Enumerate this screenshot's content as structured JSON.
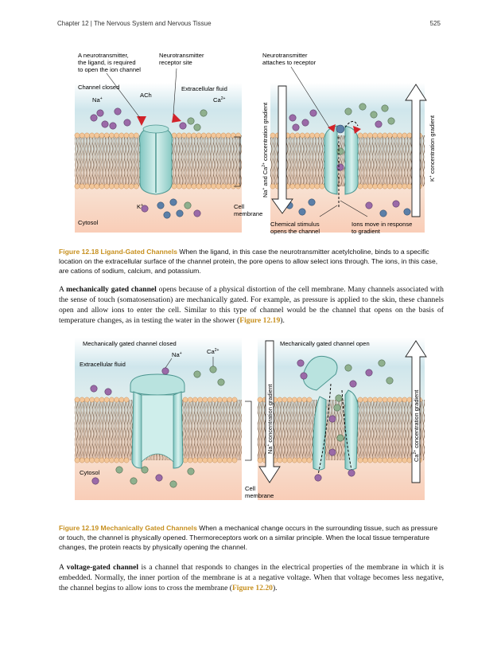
{
  "header": {
    "chapter": "Chapter 12 | The Nervous System and Nervous Tissue",
    "page_number": "525"
  },
  "figure_1218": {
    "labels": {
      "nt_required": [
        "A neurotransmitter,",
        "the ligand, is required",
        "to open the ion channel"
      ],
      "receptor_site": [
        "Neurotransmitter",
        "receptor site"
      ],
      "attaches": [
        "Neurotransmitter",
        "attaches to receptor"
      ],
      "channel_closed": "Channel closed",
      "na": "Na",
      "ach": "ACh",
      "extracellular": "Extracellular fluid",
      "ca": "Ca",
      "k": "K",
      "cytosol": "Cytosol",
      "cell_membrane": [
        "Cell",
        "membrane"
      ],
      "na_ca_gradient": "Na",
      "na_ca_gradient_mid": " and Ca",
      "na_ca_gradient_end": " concentration gradient",
      "k_gradient": "K",
      "k_gradient_end": " concentration gradient",
      "chemical_stimulus": [
        "Chemical stimulus",
        "opens the channel"
      ],
      "ions_move": [
        "Ions move in response",
        "to gradient"
      ],
      "sup_plus": "+",
      "sup_2plus": "2+"
    },
    "caption_label": "Figure 12.18 Ligand-Gated Channels",
    "caption_text": " When the ligand, in this case the neurotransmitter acetylcholine, binds to a specific location on the extracellular surface of the channel protein, the pore opens to allow select ions through. The ions, in this case, are cations of sodium, calcium, and potassium."
  },
  "paragraph_1": {
    "pre": "A ",
    "term": "mechanically gated channel",
    "post": " opens because of a physical distortion of the cell membrane. Many channels associated with the sense of touch (somatosensation) are mechanically gated. For example, as pressure is applied to the skin, these channels open and allow ions to enter the cell. Similar to this type of channel would be the channel that opens on the basis of temperature changes, as in testing the water in the shower (",
    "ref": "Figure 12.19",
    "end": ")."
  },
  "figure_1219": {
    "labels": {
      "closed": "Mechanically gated channel closed",
      "open": "Mechanically gated channel open",
      "extracellular": "Extracellular fluid",
      "na": "Na",
      "ca": "Ca",
      "cytosol": "Cytosol",
      "cell_membrane": [
        "Cell",
        "membrane"
      ],
      "na_gradient": "Na",
      "na_gradient_end": " concentration gradient",
      "ca_gradient": "Ca",
      "ca_gradient_end": " concentration gradient",
      "sup_plus": "+",
      "sup_2plus": "2+"
    },
    "caption_label": "Figure 12.19 Mechanically Gated Channels",
    "caption_text": " When a mechanical change occurs in the surrounding tissue, such as pressure or touch, the channel is physically opened. Thermoreceptors work on a similar principle. When the local tissue temperature changes, the protein reacts by physically opening the channel."
  },
  "paragraph_2": {
    "pre": "A ",
    "term": "voltage-gated channel",
    "post": " is a channel that responds to changes in the electrical properties of the membrane in which it is embedded. Normally, the inner portion of the membrane is at a negative voltage. When that voltage becomes less negative, the channel begins to allow ions to cross the membrane (",
    "ref": "Figure 12.20",
    "end": ")."
  },
  "colors": {
    "accent": "#c7901f",
    "na_ion": "#9b6aa8",
    "ca_ion": "#8fb08e",
    "k_ion": "#5b7fa8",
    "ach": "#d2232a",
    "channel": "#9fd6d2",
    "lipid_head": "#f3c79a"
  }
}
